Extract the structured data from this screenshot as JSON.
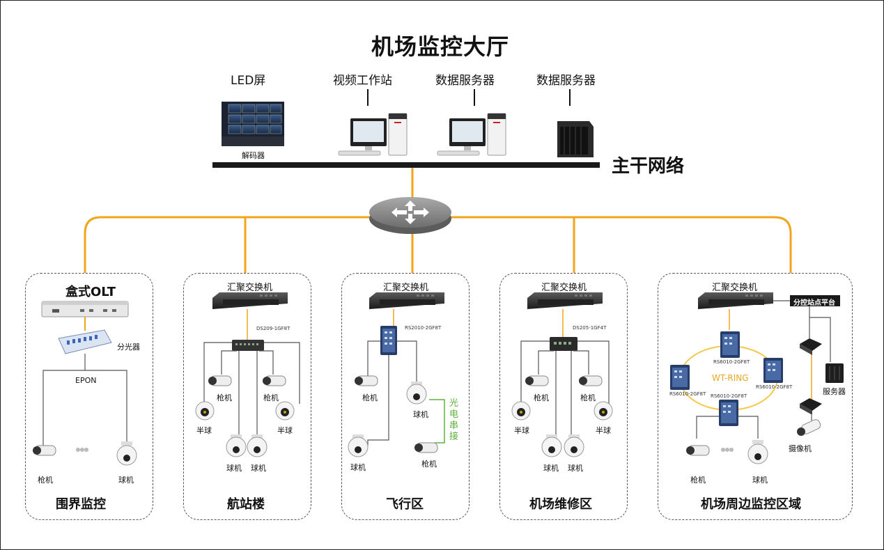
{
  "title": "机场监控大厅",
  "backbone_label": "主干网络",
  "top_devices": {
    "led_label": "LED屏",
    "decoder_label": "解码器",
    "workstation_label": "视频工作站",
    "data_server1_label": "数据服务器",
    "data_server2_label": "数据服务器"
  },
  "zones": {
    "perimeter": {
      "device_label": "盒式OLT",
      "splitter_label": "分光器",
      "epon_label": "EPON",
      "gun_label": "枪机",
      "dome_label": "球机",
      "zone_name": "围界监控"
    },
    "terminal": {
      "agg_label": "汇聚交换机",
      "switch_model": "DS209-1GF8T",
      "gun1": "枪机",
      "gun2": "枪机",
      "half1": "半球",
      "half2": "半球",
      "dome1": "球机",
      "dome2": "球机",
      "zone_name": "航站楼"
    },
    "flight": {
      "agg_label": "汇聚交换机",
      "switch_model": "RS2010-2GF8T",
      "gun1": "枪机",
      "dome1": "球机",
      "dome2": "球机",
      "gun2": "枪机",
      "serial_label": "光电串接",
      "zone_name": "飞行区"
    },
    "maintenance": {
      "agg_label": "汇聚交换机",
      "switch_model": "DS205-1GF4T",
      "gun1": "枪机",
      "gun2": "枪机",
      "half1": "半球",
      "half2": "半球",
      "dome1": "球机",
      "dome2": "球机",
      "zone_name": "机场维修区"
    },
    "perimeter_area": {
      "agg_label": "汇聚交换机",
      "branch_label": "分控站点平台",
      "ring_label": "WT-RING",
      "node_top": "RS6010-2GF8T",
      "node_left": "RS6010-2GF8T",
      "node_right": "RS6010-2GF8T",
      "node_bottom": "RS6010-2GF8T",
      "server_label": "服务器",
      "camera_label": "摄像机",
      "gun_label": "枪机",
      "dome_label": "球机",
      "zone_name": "机场周边监控区域"
    }
  },
  "colors": {
    "link_orange": "#f0a51a",
    "backbone": "#1a1a1a",
    "ring_yellow": "#f4c84a",
    "ring_text": "#e8a81e",
    "serial_green": "#5db33b"
  }
}
